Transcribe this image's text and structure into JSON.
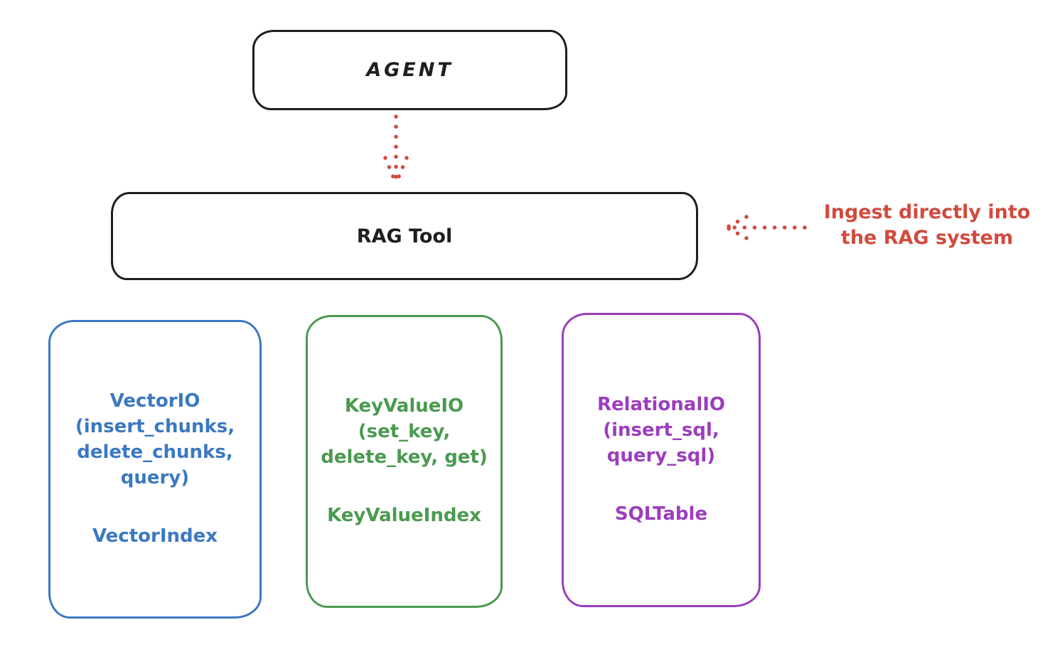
{
  "diagram": {
    "stroke_color": "#1e1e1e",
    "agent": {
      "label": "AGENT"
    },
    "rag_tool": {
      "label": "RAG Tool"
    },
    "annotation": {
      "text": "Ingest directly into\nthe RAG system",
      "color": "#d14b3e"
    },
    "cards": [
      {
        "io_label": "VectorIO\n(insert_chunks,\ndelete_chunks,\nquery)",
        "index_label": "VectorIndex",
        "color": "#3b78c2"
      },
      {
        "io_label": "KeyValueIO\n(set_key,\ndelete_key, get)",
        "index_label": "KeyValueIndex",
        "color": "#4a9a50"
      },
      {
        "io_label": "RelationalIO\n(insert_sql,\nquery_sql)",
        "index_label": "SQLTable",
        "color": "#9c3dbd"
      }
    ]
  }
}
